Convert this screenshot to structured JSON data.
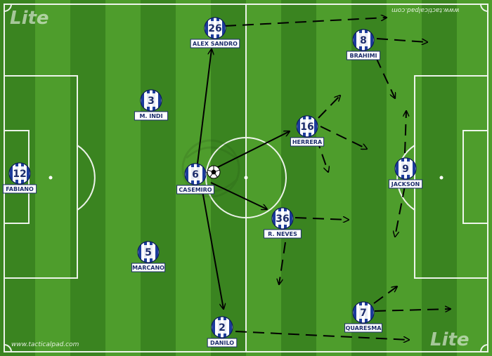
{
  "brand": {
    "logo": "Lite",
    "logo_bottom": "Lite",
    "url_top": "www.tacticalpad.com",
    "url_bottom": "www.tacticalpad.com"
  },
  "players": [
    {
      "id": "fabiano",
      "name": "FABIANO",
      "number": "12"
    },
    {
      "id": "m-indi",
      "name": "M. INDI",
      "number": "3"
    },
    {
      "id": "marcano",
      "name": "MARCANO",
      "number": "5"
    },
    {
      "id": "alex-sandro",
      "name": "ALEX SANDRO",
      "number": "26"
    },
    {
      "id": "casemiro",
      "name": "CASEMIRO",
      "number": "6"
    },
    {
      "id": "danilo",
      "name": "DANILO",
      "number": "2"
    },
    {
      "id": "herrera",
      "name": "HERRERA",
      "number": "16"
    },
    {
      "id": "r-neves",
      "name": "R. NEVES",
      "number": "36"
    },
    {
      "id": "brahimi",
      "name": "BRAHIMI",
      "number": "8"
    },
    {
      "id": "jackson",
      "name": "JACKSON",
      "number": "9"
    },
    {
      "id": "quaresma",
      "name": "QUARESMA",
      "number": "7"
    }
  ],
  "colors": {
    "grass_dark": "#3a8420",
    "grass_light": "#4e9d2c",
    "line": "#ffffff",
    "kit_blue": "#1c3c9c",
    "label_text": "#1c2c6c"
  }
}
